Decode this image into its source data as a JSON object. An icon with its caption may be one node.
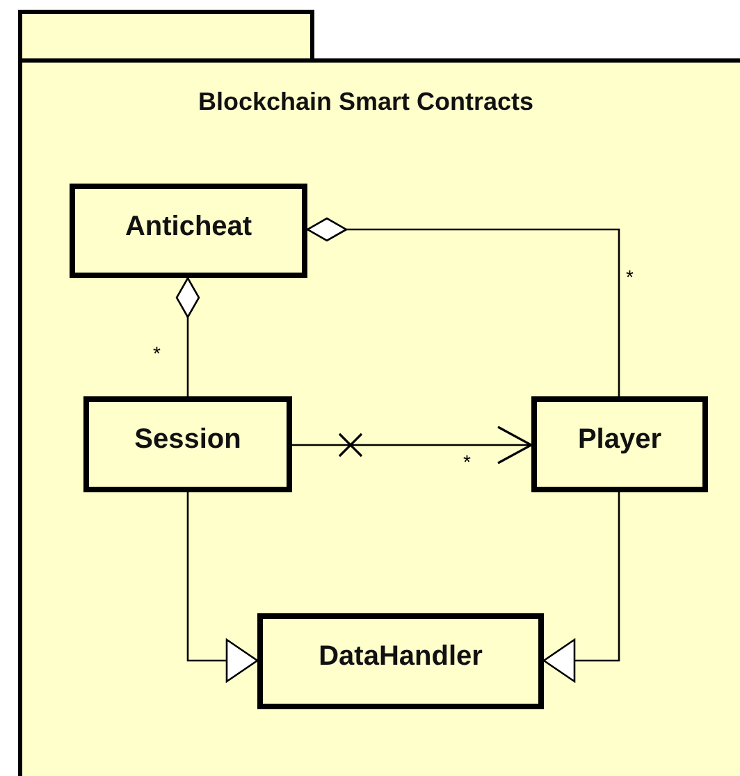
{
  "diagram": {
    "nodes": [
      {
        "text": [
          "Blockchain Smart Contracts"
        ]
      },
      {
        "text": [
          "Anticheat"
        ],
        "in": 0
      },
      {
        "text": [
          "Session"
        ],
        "in": 0
      },
      {
        "text": [
          "Player"
        ],
        "in": 0
      },
      {
        "text": [
          "DataHandler"
        ],
        "in": 0
      }
    ],
    "edges": [
      {
        "from": 2,
        "to": 1,
        "arrow": "other",
        "label": "*"
      },
      {
        "from": 3,
        "to": 1,
        "arrow": "other",
        "label": "*"
      },
      {
        "from": 2,
        "to": 3,
        "arrow": "to",
        "label": "*"
      },
      {
        "from": 2,
        "to": 4,
        "arrow": "to"
      },
      {
        "from": 3,
        "to": 4,
        "arrow": "to"
      }
    ]
  }
}
